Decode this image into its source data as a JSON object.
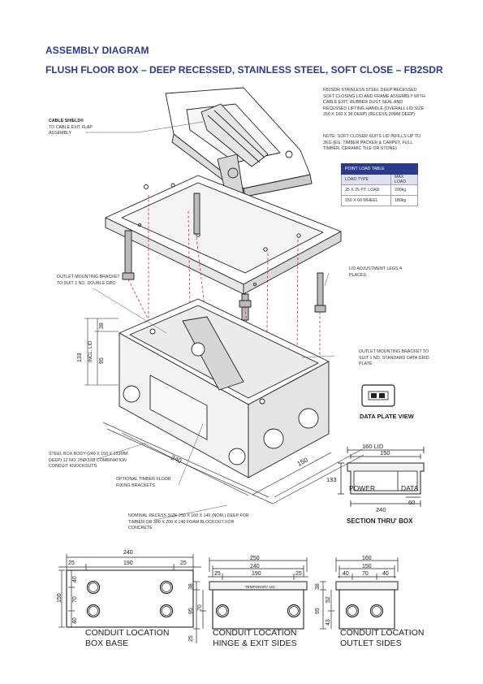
{
  "header": {
    "title": "ASSEMBLY DIAGRAM",
    "subtitle": "FLUSH FLOOR BOX – DEEP RECESSED, STAINLESS STEEL, SOFT CLOSE – FB2SDR"
  },
  "notes": {
    "description": "FB2SDR STAINLESS STEEL DEEP RECESSED SOFT CLOSING LID AND FRAME ASSEMBLY WITH CABLE EXIT, RUBBER DUST SEAL AND RECESSED LIFTING HANDLE (OVERALL LID SIZE 250 x 160 x 38 DEEP) (RECESS 20mm DEEP)",
    "note": "NOTE: SOFT CLOSER SUITS LID INFILLS UP TO 2KG (EG. TIMBER PACKER & CARPET, FULL TIMBER, CERAMIC TILE OR STONE)",
    "cable_shield": "CABLE SHIELD®",
    "cable_shield_sub": "TO CABLE EXIT FLAP ASSEMBLY",
    "outlet_bracket_gpo": "OUTLET MOUNTING BRACKET TO SUIT 1 No. DOUBLE GPO",
    "lid_legs": "LID ADJUSTMENT LEGS 4 PLACES",
    "outlet_bracket_data": "OUTLET MOUNTING BRACKET TO SUIT 1 No. STANDARD DATA GRID PLATE",
    "steel_box": "STEEL BOX BODY (240 x 150 x 133mm DEEP) 12 No. 25ø/32ø COMBINATION CONDUIT KNOCKOUTS",
    "timber_brackets": "OPTIONAL TIMBER FLOOR FIXING BRACKETS",
    "recess": "NOMINAL RECESS SIZE 250 x 160 x 140 (NOM.) DEEP FOR TIMBER OR 300 x 200 x 140 FOAM BLOCKOUT FOR CONCRETE"
  },
  "load_table": {
    "title": "POINT LOAD TABLE",
    "headers": [
      "LOAD TYPE",
      "MAX LOAD"
    ],
    "rows": [
      [
        "25 X 25 PT. LOAD",
        "200kg"
      ],
      [
        "150 X 60 WHEEL",
        "180kg"
      ]
    ]
  },
  "labels": {
    "data_plate_view": "DATA PLATE VIEW",
    "section_view": "SECTION THRU' BOX",
    "section_power": "POWER",
    "section_data": "DATA",
    "temporary_lid": "TEMPORARY LID",
    "base_caption_1": "CONDUIT LOCATION",
    "base_caption_2": "BOX BASE",
    "hinge_caption_1": "CONDUIT LOCATION",
    "hinge_caption_2": "HINGE & EXIT SIDES",
    "outlet_caption_1": "CONDUIT LOCATION",
    "outlet_caption_2": "OUTLET SIDES"
  },
  "dimensions": {
    "main_133": "133",
    "main_incl_lid": "INCL. LID",
    "main_38": "38",
    "main_95": "95",
    "main_240": "240",
    "main_150": "150",
    "sec_160_lid": "160 LID",
    "sec_150": "150",
    "sec_133": "133",
    "sec_240": "240",
    "sec_60": "60",
    "base_240": "240",
    "base_25a": "25",
    "base_190": "190",
    "base_25b": "25",
    "base_150": "150",
    "base_40a": "40",
    "base_70": "70",
    "base_40b": "40",
    "hinge_250": "250",
    "hinge_240": "240",
    "hinge_25a": "25",
    "hinge_190": "190",
    "hinge_25b": "25",
    "hinge_38": "38",
    "hinge_95": "95",
    "hinge_70": "70",
    "hinge_25c": "25",
    "outlet_160": "160",
    "outlet_150": "150",
    "outlet_40a": "40",
    "outlet_70": "70",
    "outlet_40b": "40",
    "outlet_38": "38",
    "outlet_95": "95",
    "outlet_52": "52",
    "outlet_43": "43"
  }
}
